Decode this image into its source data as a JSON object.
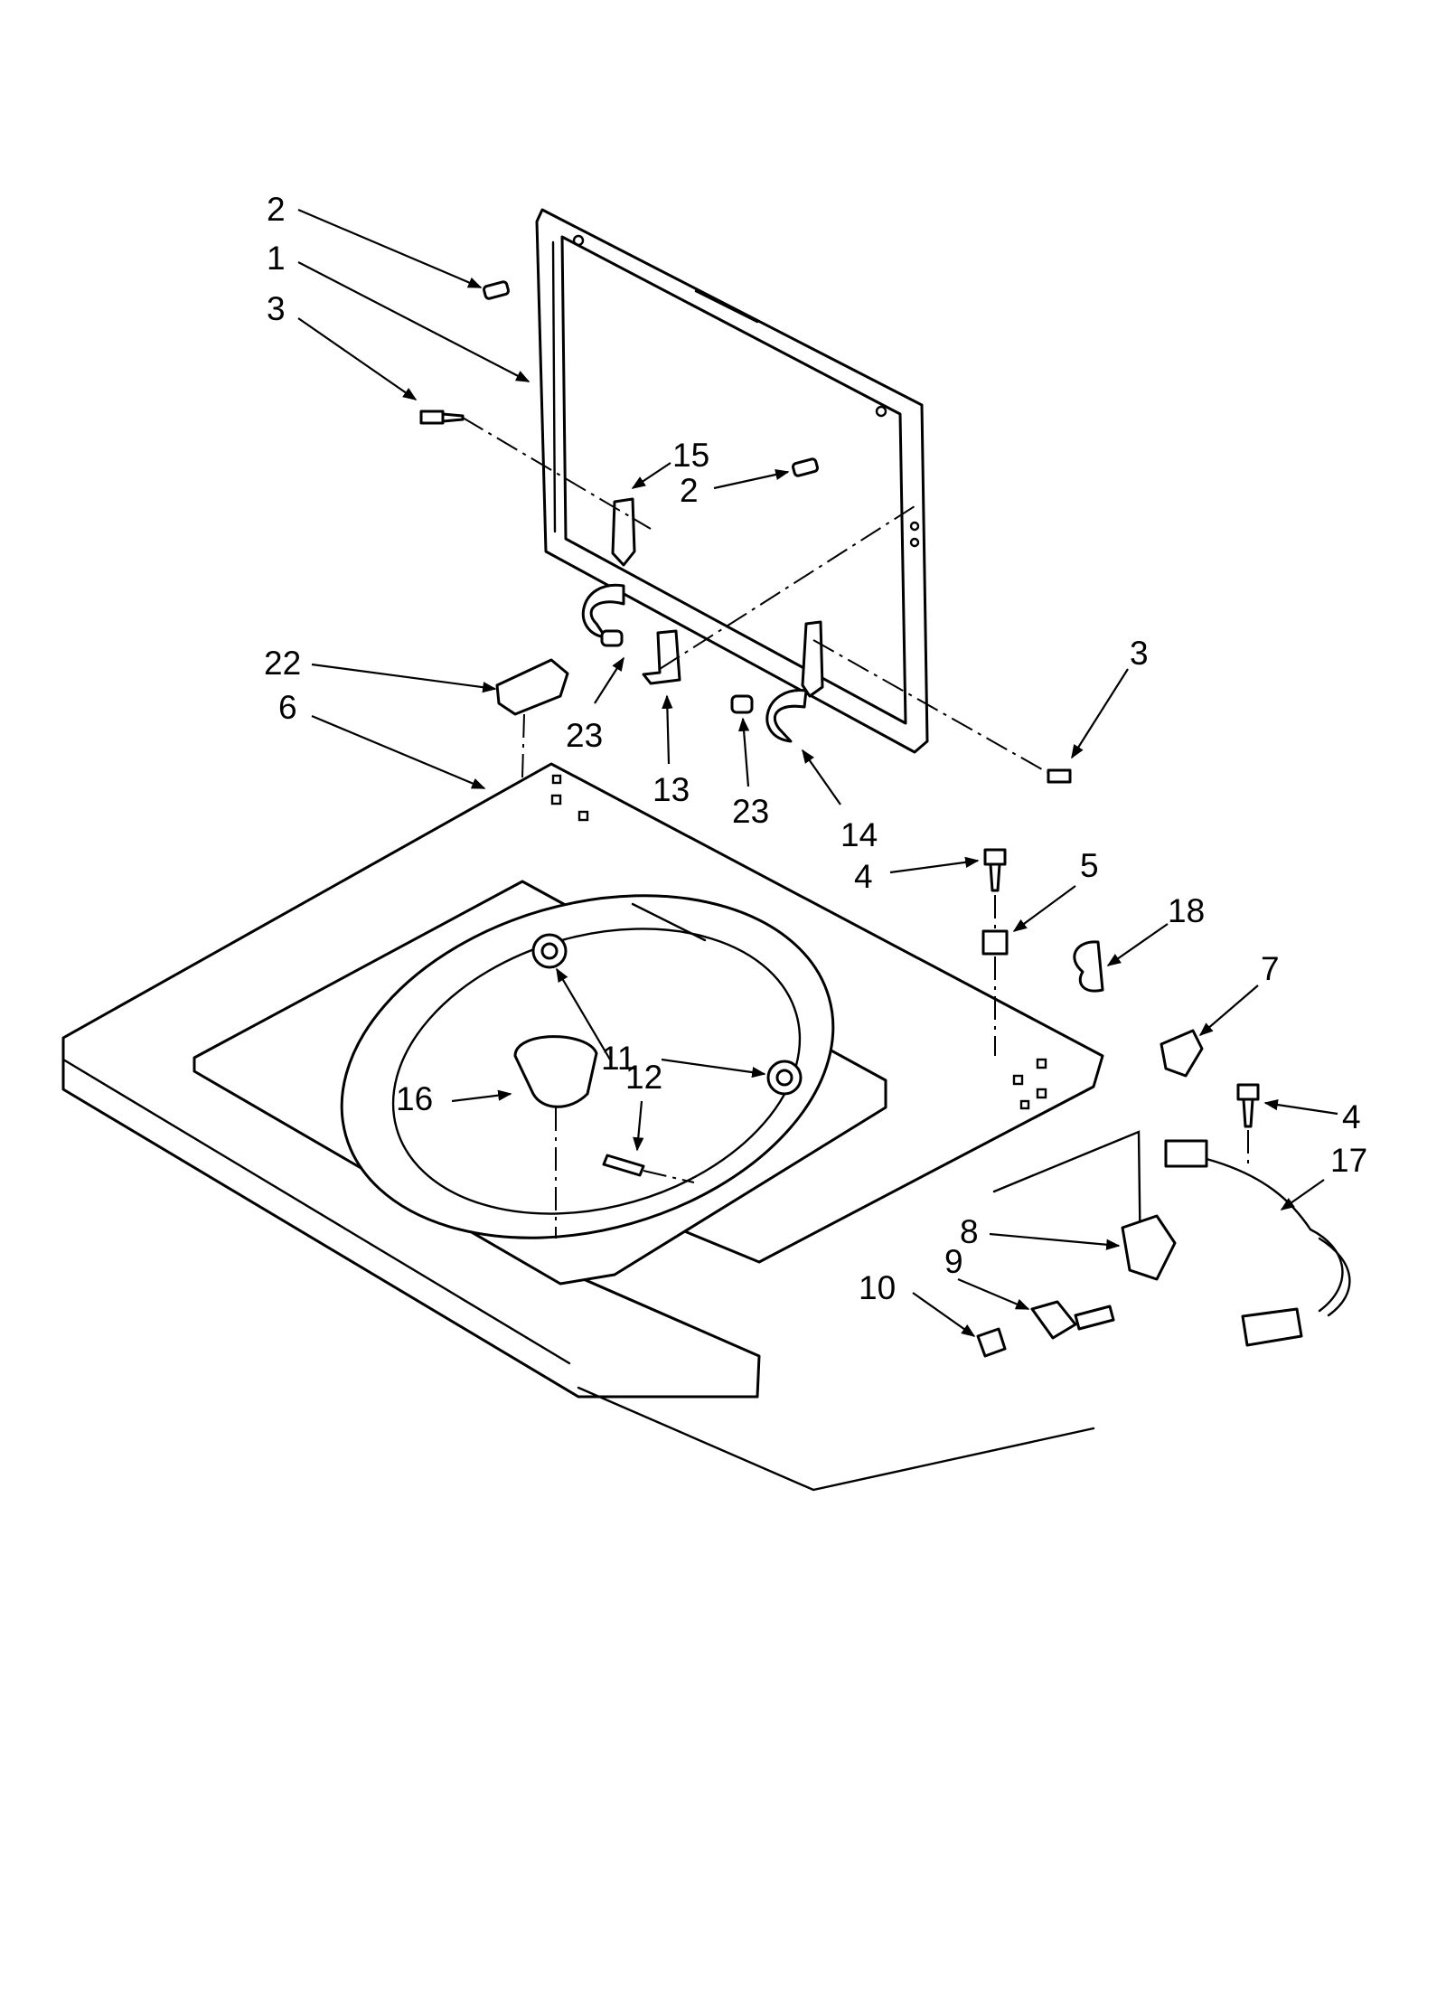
{
  "diagram": {
    "callouts": [
      "1",
      "2",
      "2",
      "3",
      "3",
      "4",
      "4",
      "5",
      "6",
      "7",
      "8",
      "9",
      "10",
      "11",
      "12",
      "13",
      "14",
      "15",
      "16",
      "17",
      "18",
      "22",
      "23",
      "23"
    ]
  }
}
